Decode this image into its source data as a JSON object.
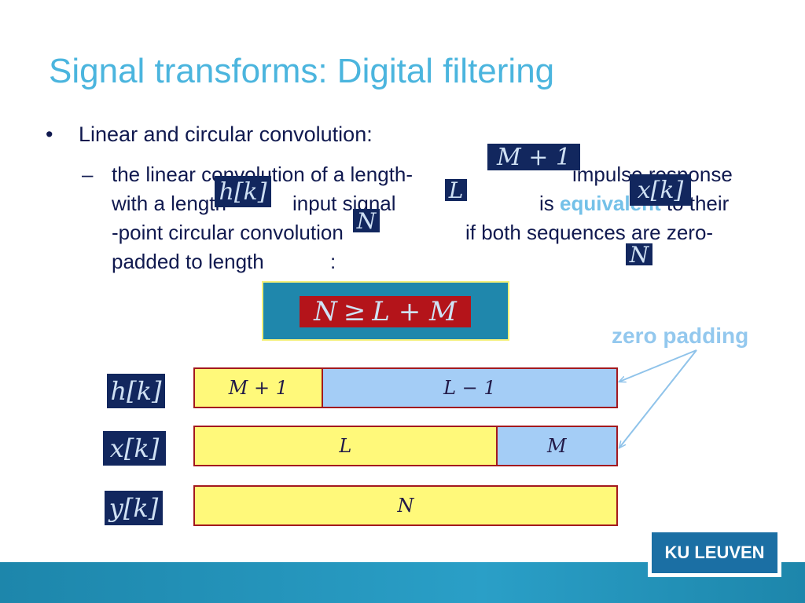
{
  "slide": {
    "title": "Signal transforms: Digital filtering",
    "bullet": {
      "marker": "•",
      "text": "Linear and circular convolution:"
    },
    "sub": {
      "dash": "–",
      "line1": "the linear convolution of a length-",
      "line1_end": "impulse response",
      "line2_start": "with a length-",
      "line2_mid": "input signal",
      "line2_is": "is",
      "line2_equiv": "equivalent",
      "line2_end": "to their",
      "line3_start": "-point circular convolution",
      "line3_end": "if both sequences are zero-",
      "line4": "padded to length",
      "line4_colon": ":"
    },
    "math": {
      "M_plus_1": "M + 1",
      "h_k": "h[k]",
      "L": "L",
      "x_k": "x[k]",
      "N": "N",
      "y_k": "y[k]",
      "L_minus_1": "L − 1",
      "M": "M"
    },
    "equation": {
      "lhs": "N",
      "op": "≥",
      "rhs": "L + M"
    },
    "annotation": "zero padding",
    "rows": [
      {
        "label": "h[k]",
        "segments": [
          {
            "text": "M + 1",
            "fraction": 0.3
          },
          {
            "text": "L − 1",
            "fraction": 0.7
          }
        ]
      },
      {
        "label": "x[k]",
        "segments": [
          {
            "text": "L",
            "fraction": 0.714
          },
          {
            "text": "M",
            "fraction": 0.286
          }
        ]
      },
      {
        "label": "y[k]",
        "segments": [
          {
            "text": "N",
            "fraction": 1.0
          }
        ]
      }
    ],
    "logo_text": "KU LEUVEN",
    "colors": {
      "title": "#4bb5de",
      "body_text": "#10194f",
      "math_box": "#12275e",
      "equation_box": "#1f87ac",
      "equation_inner": "#b4141a",
      "yellow_segment": "#fff97a",
      "blue_segment": "#a4cdf6",
      "segment_border": "#a3191e",
      "footer": "#1d86ab",
      "logo": "#1b6fa4"
    }
  }
}
